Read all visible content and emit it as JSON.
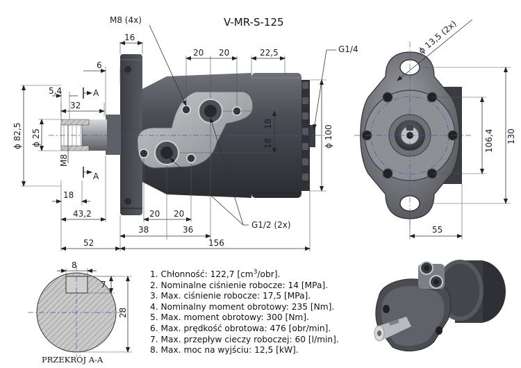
{
  "model": "V-MR-S-125",
  "dims": {
    "m8_4x": "M8 (4x)",
    "d16": "16",
    "d20a": "20",
    "d20b": "20",
    "d22_5": "22,5",
    "g14": "G1/4",
    "d6": "6",
    "d5_4": "5,4",
    "sec_a_top": "A",
    "d32": "32",
    "phi82_5": "ϕ 82,5",
    "phi25": "ϕ 25",
    "m8": "M8",
    "sec_a_bottom": "A",
    "d18v1": "18",
    "d18v2": "18",
    "phi100": "ϕ 100",
    "d18": "18",
    "d43_2": "43,2",
    "d20c": "20",
    "d20d": "20",
    "d38": "38",
    "d36": "36",
    "g12_2x": "G1/2 (2x)",
    "d52": "52",
    "d156": "156",
    "phi13_5": "ϕ 13,5 (2x)",
    "d106_4": "106,4",
    "d130": "130",
    "d55": "55",
    "key_w": "8",
    "key_h": "7",
    "shaft_h": "28",
    "section_label": "PRZEKRÓJ A-A"
  },
  "specs": [
    {
      "pre": "1. Chłonność: 122,7 [cm",
      "sup": "3",
      "post": "/obr]."
    },
    {
      "pre": "2. Nominalne ciśnienie robocze: 14 [MPa].",
      "sup": "",
      "post": ""
    },
    {
      "pre": "3. Max. ciśnienie robocze: 17,5 [MPa].",
      "sup": "",
      "post": ""
    },
    {
      "pre": "4. Nominalny moment obrotowy: 235 [Nm].",
      "sup": "",
      "post": ""
    },
    {
      "pre": "5. Max. moment obrotowy: 300 [Nm].",
      "sup": "",
      "post": ""
    },
    {
      "pre": "6. Max. prędkość obrotowa: 476 [obr/min].",
      "sup": "",
      "post": ""
    },
    {
      "pre": "7. Max. przepływ cieczy roboczej: 60 [l/min].",
      "sup": "",
      "post": ""
    },
    {
      "pre": "8. Max. moc na wyjściu: 12,5 [kW].",
      "sup": "",
      "post": ""
    }
  ]
}
